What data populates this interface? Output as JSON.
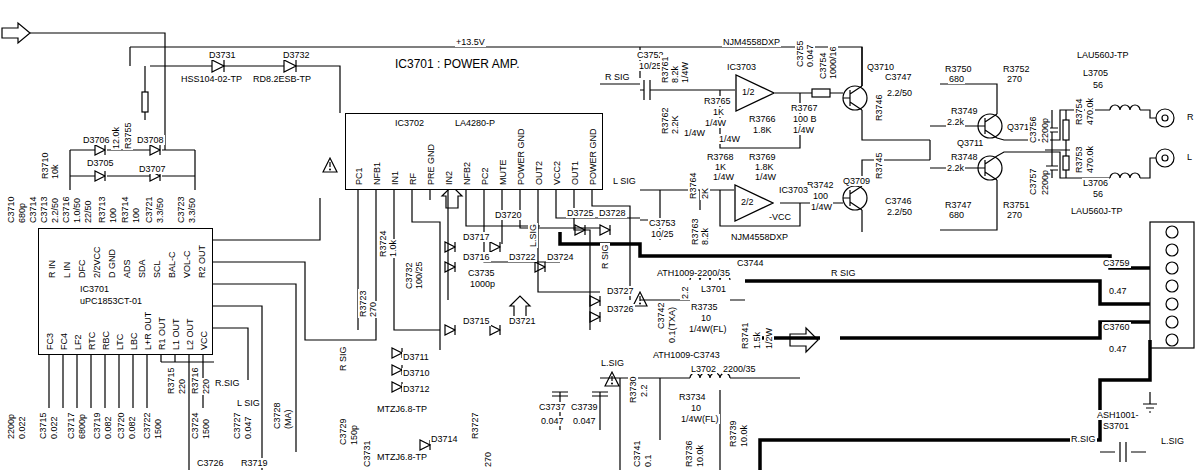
{
  "diagram": {
    "title": "IC3701 : POWER AMP.",
    "nodes": [
      {
        "text": [
          "IC3702",
          "LA4280-P",
          "PC1",
          "NFB1",
          "IN1",
          "RF",
          "PRE GND",
          "IN2",
          "NFB2",
          "PC2",
          "MUTE",
          "POWER GND",
          "OUT2",
          "VCC2",
          "OUT1",
          "POWER GND"
        ]
      },
      {
        "text": [
          "IC3701",
          "uPC1853CT-01",
          "R IN",
          "L IN",
          "DFC",
          "2/2VCC",
          "D GND",
          "ADS",
          "SDA",
          "SCL",
          "BAL-C",
          "VOL-C",
          "R2 OUT",
          "FC3",
          "FC4",
          "LF2",
          "RTC",
          "RBC",
          "LTC",
          "LBC",
          "L+R OUT",
          "R1 OUT",
          "L1 OUT",
          "L2 OUT",
          "VCC"
        ]
      },
      {
        "text": [
          "1/2"
        ]
      },
      {
        "text": [
          "2/2"
        ]
      }
    ],
    "labels": [
      "+13.5V",
      "D3731",
      "D3732",
      "HSS104-02-TP",
      "RD8.2ESB-TP",
      "NJM4558DXP",
      "R SIG",
      "C3752",
      "10/25",
      "R3761",
      "8.2k",
      "1/4W",
      "IC3703",
      "C3755",
      "0.047",
      "C3754",
      "1000/16",
      "R3765",
      "1K",
      "1/4W",
      "R3762",
      "2.2K",
      "1/4W",
      "R3766",
      "1.8K",
      "1/4W",
      "R3767",
      "100 B",
      "1/4W",
      "Q3710",
      "C3747",
      "R3746",
      "2.2/50",
      "R3750",
      "680",
      "R3752",
      "270",
      "LAU560J-TP",
      "L3705",
      "56",
      "R3749",
      "2.2k",
      "Q3712",
      "C3756",
      "2200p",
      "R3754",
      "470.0k",
      "R",
      "L",
      "Q3711",
      "R3748",
      "2.2k",
      "C3757",
      "2200p",
      "R3753",
      "470.0k",
      "L3706",
      "56",
      "LAU560J-TP",
      "R3747",
      "680",
      "R3751",
      "270",
      "Q3709",
      "R3745",
      "C3746",
      "2.2/50",
      "R3742",
      "100",
      "1/4W",
      "R3768",
      "R3769",
      "1K",
      "1.8K",
      "1/4W",
      "1/4W",
      "IC3703",
      "-VCC",
      "L SIG",
      "R3764",
      "2K",
      "C3753",
      "10/25",
      "R3763",
      "8.2k",
      "NJM4558DXP",
      "D3720",
      "D3717",
      "D3716",
      "D3722",
      "D3724",
      "D3725",
      "D3728",
      "L.SIG",
      "R SIG",
      "C3735",
      "1000p",
      "D3715",
      "D3721",
      "C3732",
      "100/25",
      "R3723",
      "270",
      "R3724",
      "1.0k",
      "R SIG",
      "D3711",
      "D3710",
      "D3712",
      "MTZJ6.8-TP",
      "MTZJ6.8-TP",
      "D3714",
      "C3729",
      "150p",
      "C3731",
      "R3727",
      "270",
      "D3706",
      "D3708",
      "D3705",
      "D3707",
      "R3755",
      "12.0k",
      "R3710",
      "10k",
      "C3710",
      "680p",
      "C3714",
      "C3713",
      "2.2/50",
      "C3716",
      "1.0/50",
      "22/50",
      "R3713",
      "100",
      "R3714",
      "100",
      "C3721",
      "3.3/50",
      "C3723",
      "3.3/50",
      "2200p",
      "0.022",
      "C3715",
      "0.022",
      "C3717",
      "6800p",
      "C3719",
      "0.082",
      "C3720",
      "0.082",
      "C3722",
      "1500",
      "R3715",
      "220",
      "R3716",
      "220",
      "C3724",
      "1500",
      "R.SIG",
      "L SIG",
      "C3727",
      "0.047",
      "C3728",
      "(MA)",
      "C3726",
      "R3719",
      "D3727",
      "D3726",
      "C3742",
      "0.1(TXA)",
      "2.2",
      "R3735",
      "10",
      "1/4W(FL)",
      "ATH1009-2200/35",
      "C3744",
      "L3701",
      "R3741",
      "1.5k",
      "1/2W",
      "R SIG",
      "C3759",
      "0.47",
      "C3760",
      "0.47",
      "L.SIG",
      "ATH1009-C3743",
      "L3702",
      "2200/35",
      "C3737",
      "C3739",
      "0.047",
      "0.047",
      "R3730",
      "2.2",
      "R3734",
      "10",
      "1/4W(FL)",
      "R3739",
      "10.0k",
      "C3741",
      "0.1",
      "R3736",
      "10.0k",
      "ASH1001-",
      "S3701",
      "R.SIG",
      "L.SIG"
    ]
  }
}
